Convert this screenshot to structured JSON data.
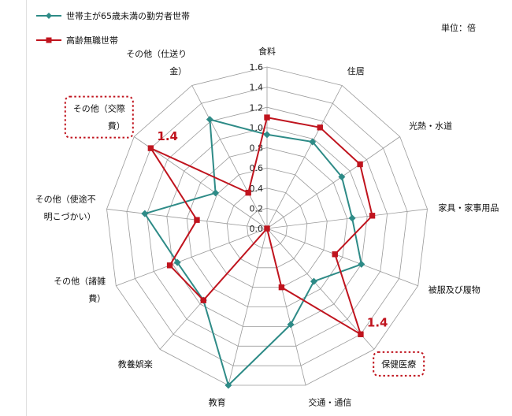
{
  "unit_label": "単位：倍",
  "chart_data": {
    "type": "radar",
    "axes": [
      "食料",
      "住居",
      "光熱・水道",
      "家具・家事用品",
      "被服及び履物",
      "保健医療",
      "交通・通信",
      "教育",
      "教養娯楽",
      "その他（諸雑費）",
      "その他（使途不明こづかい）",
      "その他（交際費）",
      "その他（仕送り金）"
    ],
    "axis_label_lines": [
      [
        "食料"
      ],
      [
        "住居"
      ],
      [
        "光熱・水道"
      ],
      [
        "家具・家事用品"
      ],
      [
        "被服及び履物"
      ],
      [
        "保健医療"
      ],
      [
        "交通・通信"
      ],
      [
        "教育"
      ],
      [
        "教養娯楽"
      ],
      [
        "その他（諸雑",
        "費）"
      ],
      [
        "その他（使途不",
        "明こづかい）"
      ],
      [
        "その他（交際",
        "費）"
      ],
      [
        "その他（仕送り",
        "金）"
      ]
    ],
    "ticks": [
      "0.0",
      "0.2",
      "0.4",
      "0.6",
      "0.8",
      "1.0",
      "1.2",
      "1.4",
      "1.6"
    ],
    "rmax": 1.6,
    "series": [
      {
        "name": "世帯主が65歳未満の勤労者世帯",
        "color": "#2e8b87",
        "marker": "diamond",
        "values": [
          0.93,
          0.97,
          0.9,
          0.85,
          1.0,
          0.7,
          0.98,
          1.6,
          0.95,
          0.95,
          1.22,
          0.62,
          1.22
        ]
      },
      {
        "name": "高齢無職世帯",
        "color": "#c0141e",
        "marker": "square",
        "values": [
          1.1,
          1.13,
          1.12,
          1.05,
          0.72,
          1.4,
          0.6,
          0.0,
          0.95,
          1.03,
          0.7,
          1.4,
          0.4
        ]
      }
    ],
    "annotations": [
      {
        "text": "1.4",
        "axis": "その他（交際費）"
      },
      {
        "text": "1.4",
        "axis": "保健医療"
      }
    ],
    "grid": true,
    "legend_position": "top-left"
  }
}
